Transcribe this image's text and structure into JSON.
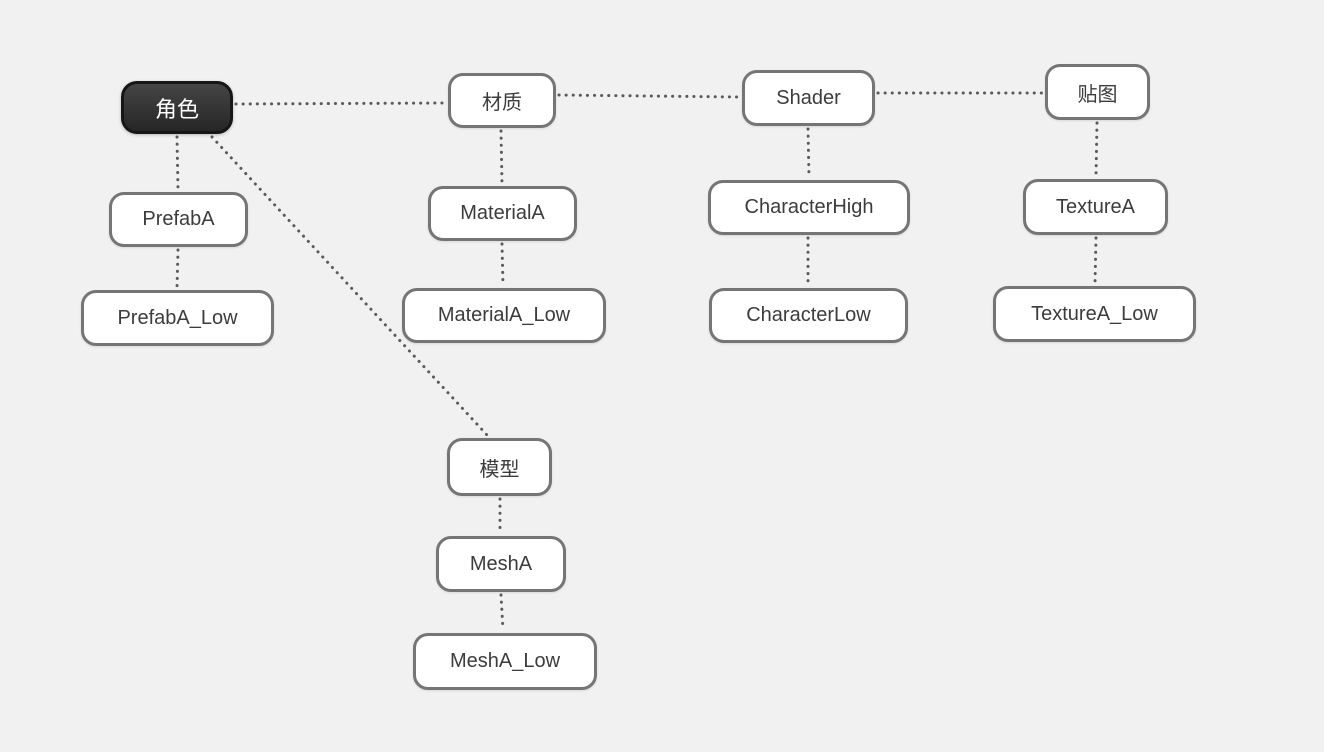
{
  "diagram": {
    "nodes": [
      {
        "id": "juese",
        "label": "角色",
        "type": "root"
      },
      {
        "id": "caizhi",
        "label": "材质",
        "type": "topic"
      },
      {
        "id": "shader",
        "label": "Shader",
        "type": "topic"
      },
      {
        "id": "tietu",
        "label": "贴图",
        "type": "topic"
      },
      {
        "id": "prefabA",
        "label": "PrefabA",
        "type": "topic"
      },
      {
        "id": "prefabA_low",
        "label": "PrefabA_Low",
        "type": "topic"
      },
      {
        "id": "materialA",
        "label": "MaterialA",
        "type": "topic"
      },
      {
        "id": "materialA_low",
        "label": "MaterialA_Low",
        "type": "topic"
      },
      {
        "id": "characterHigh",
        "label": "CharacterHigh",
        "type": "topic"
      },
      {
        "id": "characterLow",
        "label": "CharacterLow",
        "type": "topic"
      },
      {
        "id": "textureA",
        "label": "TextureA",
        "type": "topic"
      },
      {
        "id": "textureA_low",
        "label": "TextureA_Low",
        "type": "topic"
      },
      {
        "id": "moxing",
        "label": "模型",
        "type": "topic"
      },
      {
        "id": "meshA",
        "label": "MeshA",
        "type": "topic"
      },
      {
        "id": "meshA_low",
        "label": "MeshA_Low",
        "type": "topic"
      }
    ],
    "edges": [
      {
        "from": "juese",
        "to": "caizhi"
      },
      {
        "from": "caizhi",
        "to": "shader"
      },
      {
        "from": "shader",
        "to": "tietu"
      },
      {
        "from": "juese",
        "to": "prefabA"
      },
      {
        "from": "prefabA",
        "to": "prefabA_low"
      },
      {
        "from": "caizhi",
        "to": "materialA"
      },
      {
        "from": "materialA",
        "to": "materialA_low"
      },
      {
        "from": "shader",
        "to": "characterHigh"
      },
      {
        "from": "characterHigh",
        "to": "characterLow"
      },
      {
        "from": "tietu",
        "to": "textureA"
      },
      {
        "from": "textureA",
        "to": "textureA_low"
      },
      {
        "from": "juese",
        "to": "moxing"
      },
      {
        "from": "moxing",
        "to": "meshA"
      },
      {
        "from": "meshA",
        "to": "meshA_low"
      }
    ],
    "colors": {
      "background": "#f1f1f1",
      "node_fill": "#ffffff",
      "node_border": "#757575",
      "node_text": "#3c3c3c",
      "root_fill_top": "#454545",
      "root_fill_bottom": "#262626",
      "root_border": "#161616",
      "root_text": "#ffffff",
      "edge_dots": "#5a5a5a"
    }
  }
}
